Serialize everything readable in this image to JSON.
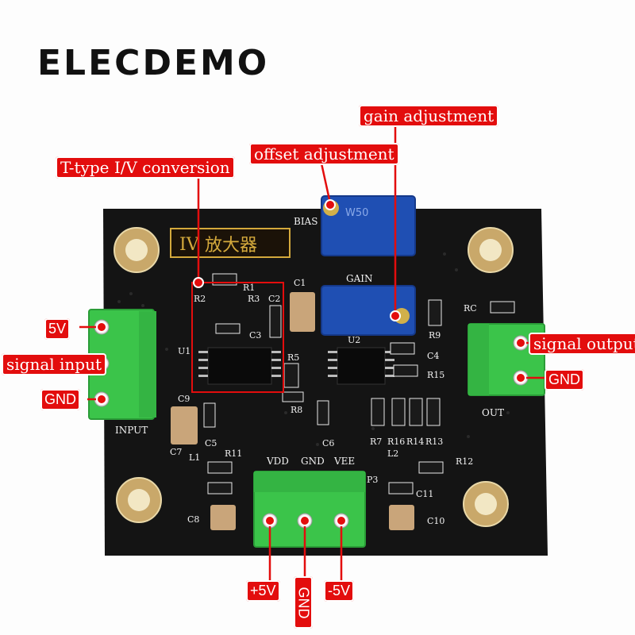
{
  "brand": "ELECDEMO",
  "callouts": {
    "t_type": "T-type I/V conversion",
    "offset": "offset adjustment",
    "gain": "gain adjustment",
    "v5": "5V",
    "signal_input": "signal input",
    "gnd_left": "GND",
    "signal_output": "signal output",
    "gnd_right": "GND",
    "plus5v": "+5V",
    "gnd_bottom": "GND",
    "minus5v": "-5V"
  },
  "board": {
    "title_prefix": "IV",
    "title_cn": "放大器",
    "silkscreen": {
      "bias": "BIAS",
      "gain": "GAIN",
      "input": "INPUT",
      "out": "OUT",
      "vdd": "VDD",
      "gnd": "GND",
      "vee": "VEE",
      "p3": "P3",
      "u1": "U1",
      "u2": "U2",
      "r1": "R1",
      "r2": "R2",
      "r3": "R3",
      "c1": "C1",
      "c2": "C2",
      "c3": "C3",
      "r5": "R5",
      "r8": "R8",
      "c9": "C9",
      "c5": "C5",
      "c7": "C7",
      "l1": "L1",
      "r11": "R11",
      "c6": "C6",
      "c8": "C8",
      "c4": "C4",
      "r15": "R15",
      "r9": "R9",
      "rc": "RC",
      "r7": "R7",
      "r16": "R16",
      "r14": "R14",
      "r13": "R13",
      "l2": "L2",
      "r12": "R12",
      "c11": "C11",
      "c10": "C10",
      "pot": "W50"
    }
  },
  "colors": {
    "callout_red": "#e30d0d",
    "terminal_green": "#3bc44a",
    "pot_blue": "#1f4fb3",
    "pcb_black": "#151515"
  }
}
